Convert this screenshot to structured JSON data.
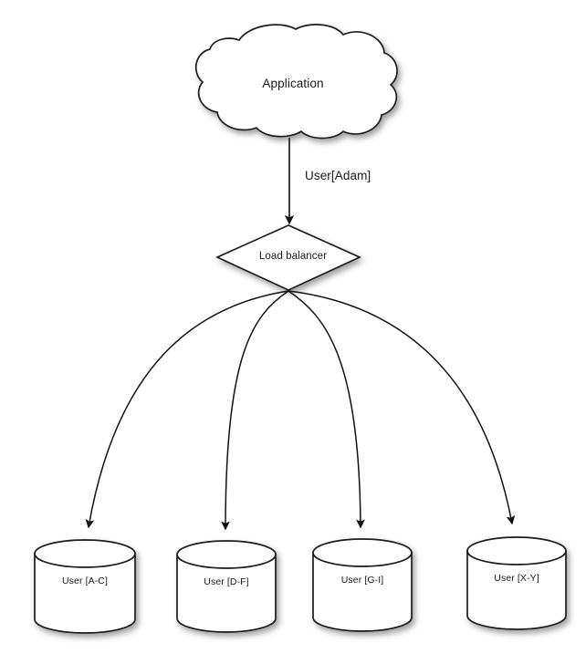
{
  "diagram": {
    "title_text": "",
    "background_color": "#ffffff",
    "stroke_color": "#1a1a1a",
    "fill_color": "#ffffff",
    "text_color": "#1a1a1a",
    "nodes": {
      "application": {
        "label": "Application",
        "shape": "cloud"
      },
      "load_balancer": {
        "label": "Load balancer",
        "shape": "diamond"
      },
      "databases": [
        {
          "label": "User [A-C]",
          "shape": "cylinder"
        },
        {
          "label": "User [D-F]",
          "shape": "cylinder"
        },
        {
          "label": "User [G-I]",
          "shape": "cylinder"
        },
        {
          "label": "User [X-Y]",
          "shape": "cylinder"
        }
      ]
    },
    "edges": [
      {
        "label": "User[Adam]",
        "from": "application",
        "to": "load_balancer"
      },
      {
        "label": "",
        "from": "load_balancer",
        "to": "User [A-C]"
      },
      {
        "label": "",
        "from": "load_balancer",
        "to": "User [D-F]"
      },
      {
        "label": "",
        "from": "load_balancer",
        "to": "User [G-I]"
      },
      {
        "label": "",
        "from": "load_balancer",
        "to": "User [X-Y]"
      }
    ]
  }
}
